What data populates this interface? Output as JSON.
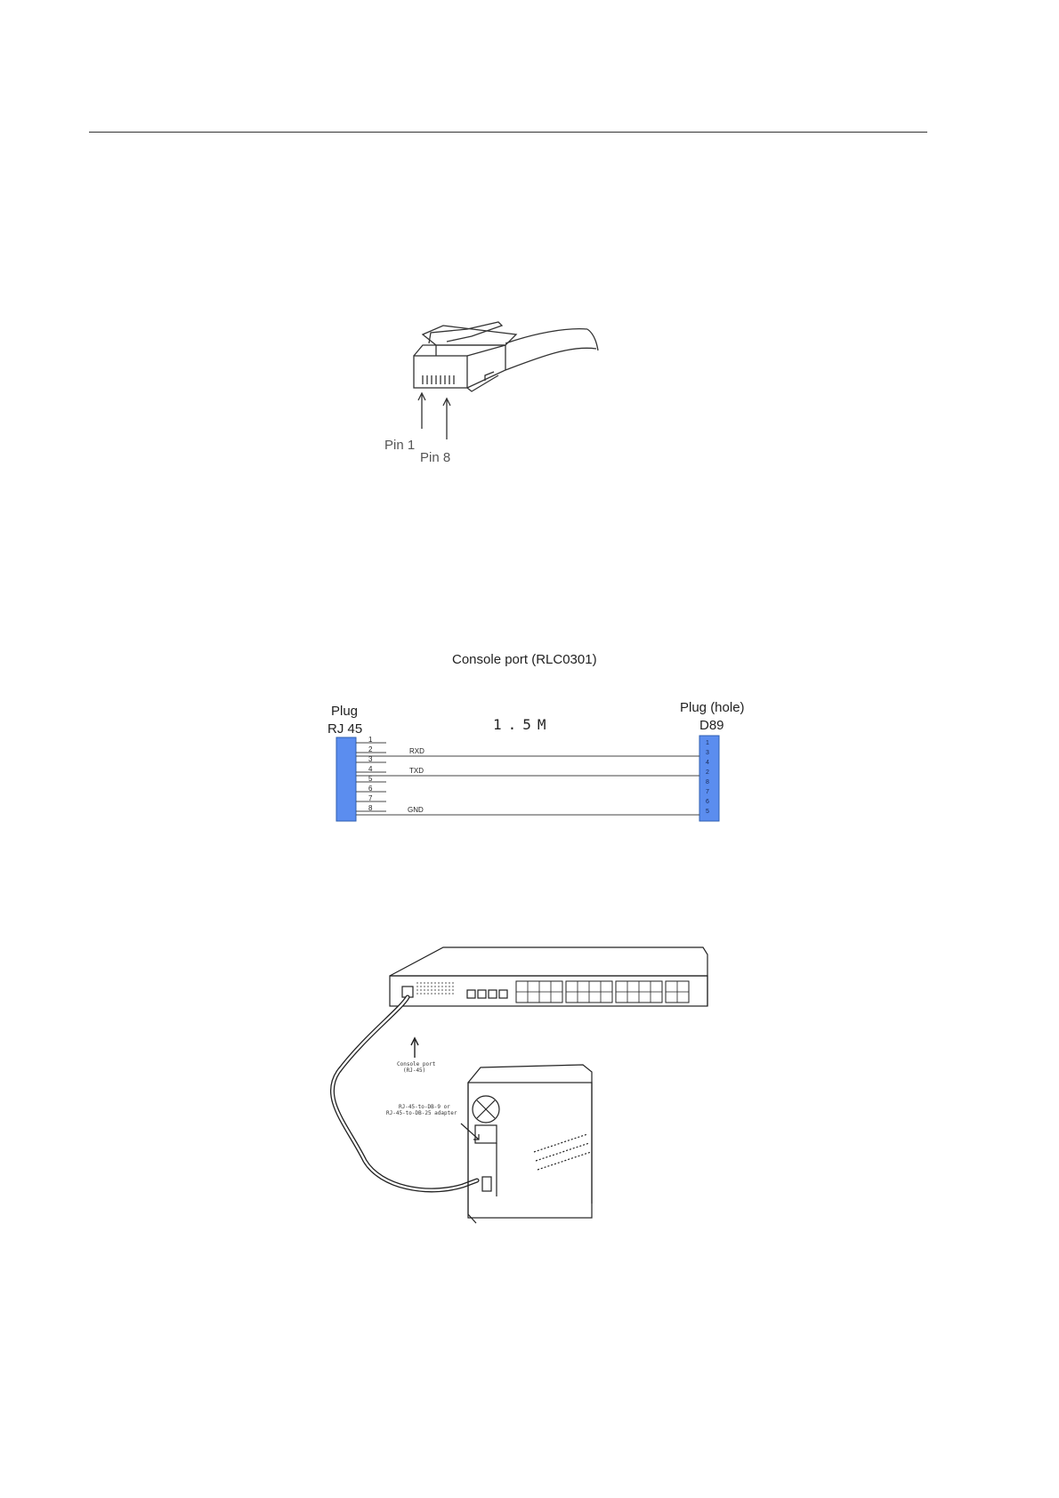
{
  "figure1": {
    "pin1_label": "Pin 1",
    "pin8_label": "Pin 8"
  },
  "figure2": {
    "title": "Console port (RLC0301)",
    "left_plug_line1": "Plug",
    "left_plug_line2": "RJ 45",
    "right_plug_line1": "Plug (hole)",
    "right_plug_line2": "D89",
    "cable_length": "1.5M",
    "left_pins": [
      "1",
      "2",
      "3",
      "4",
      "5",
      "6",
      "7",
      "8"
    ],
    "right_pins": [
      "1",
      "3",
      "4",
      "2",
      "8",
      "7",
      "6",
      "5"
    ],
    "signals": {
      "rxd": "RXD",
      "txd": "TXD",
      "gnd": "GND"
    },
    "connector_color": "#5b8def"
  },
  "figure3": {
    "console_port_line1": "Console port",
    "console_port_line2": "(RJ-45)",
    "adapter_line1": "RJ-45-to-DB-9 or",
    "adapter_line2": "RJ-45-to-DB-25 adapter"
  }
}
